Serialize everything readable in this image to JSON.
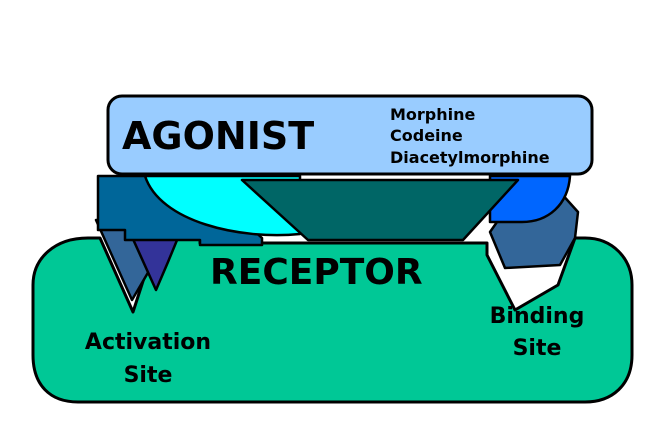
{
  "agonist": {
    "label": "AGONIST",
    "drugs": [
      "Morphine",
      "Codeine",
      "Diacetylmorphine"
    ]
  },
  "receptor": {
    "label": "RECEPTOR",
    "activation_site": [
      "Activation",
      "Site"
    ],
    "binding_site": [
      "Binding",
      "Site"
    ]
  },
  "colors": {
    "receptor_fill": "#00c896",
    "agonist_box": "#99ccff",
    "cyan_lobe": "#00ffff",
    "blue_lobe": "#0066ff",
    "teal_trapezoid": "#006666",
    "dark_blue_block": "#006699",
    "slate_wedge": "#336699",
    "navy_wedge": "#333399",
    "outline": "#000000"
  }
}
